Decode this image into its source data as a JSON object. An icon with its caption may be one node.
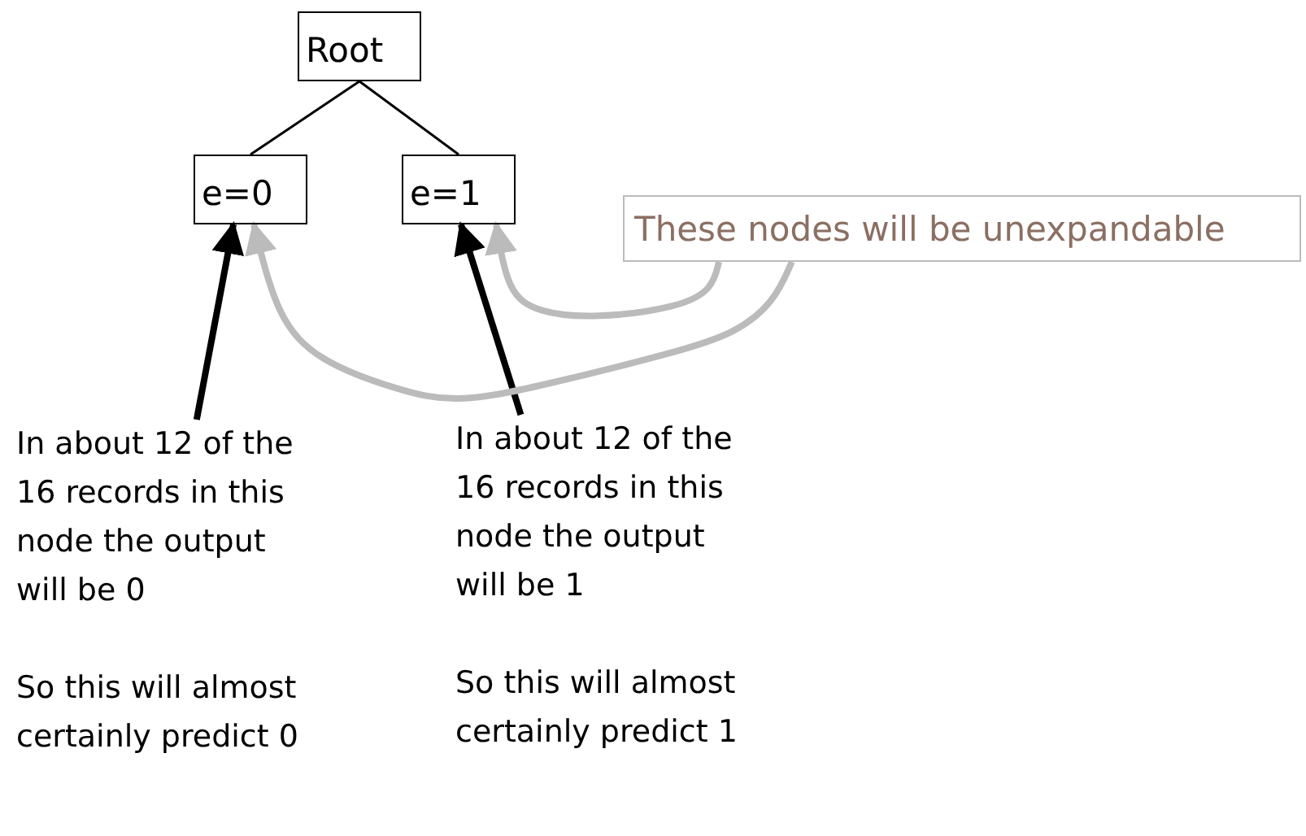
{
  "diagram": {
    "nodes": [
      {
        "text": [
          "Root"
        ]
      },
      {
        "text": [
          "e=0"
        ]
      },
      {
        "text": [
          "e=1"
        ]
      },
      {
        "text": [
          "These nodes will be unexpandable"
        ]
      },
      {
        "text": [
          "In about 12 of the 16 records in this node the output will be 0",
          "So this will almost certainly predict 0"
        ]
      },
      {
        "text": [
          "In about 12 of the 16 records in this node the output will be 1",
          "So this will almost certainly predict 1"
        ]
      }
    ],
    "edges": [
      {
        "from": 0,
        "to": 1,
        "arrow": "none"
      },
      {
        "from": 0,
        "to": 2,
        "arrow": "none"
      },
      {
        "from": 4,
        "to": 1,
        "arrow": "to"
      },
      {
        "from": 5,
        "to": 2,
        "arrow": "to"
      },
      {
        "from": 3,
        "to": 2,
        "arrow": "to",
        "color": "#bbbbbb"
      },
      {
        "from": 3,
        "to": 1,
        "arrow": "to",
        "color": "#bbbbbb"
      }
    ]
  }
}
